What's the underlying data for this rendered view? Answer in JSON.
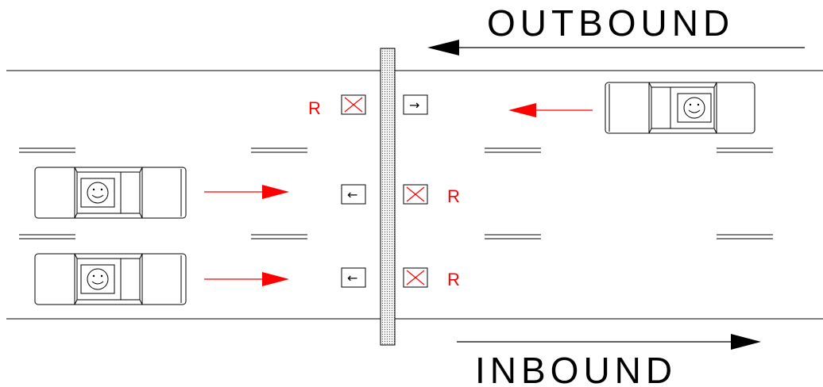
{
  "directions": {
    "outbound": "OUTBOUND",
    "inbound": "INBOUND"
  },
  "lane_markers": {
    "top_lane": {
      "closed_label": "R",
      "open_symbol": "→"
    },
    "middle_lane": {
      "closed_label": "R",
      "open_symbol": "←"
    },
    "bottom_lane": {
      "closed_label": "R",
      "open_symbol": "←"
    }
  },
  "colors": {
    "signal_red": "#ff0000",
    "line_black": "#000000",
    "barrier_fill": "#e6e6e6"
  },
  "icons": {
    "closed_signal": "red-x-icon",
    "open_signal": "arrow-icon",
    "driver": "smiley-face-icon",
    "car": "car-top-view-icon"
  }
}
